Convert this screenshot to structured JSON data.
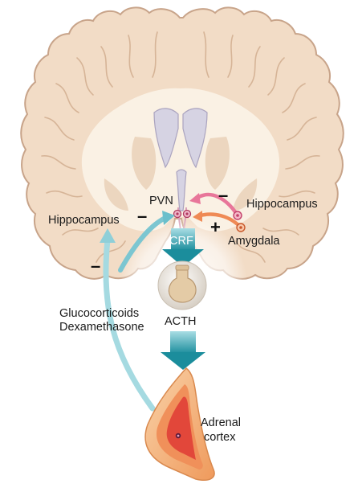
{
  "labels": {
    "pvn": "PVN",
    "hippocampus_right": "Hippocampus",
    "hippocampus_left": "Hippocampus",
    "amygdala": "Amygdala",
    "crf": "CRF",
    "acth": "ACTH",
    "glucocorticoids": "Glucocorticoids",
    "dexamethasone": "Dexamethasone",
    "adrenal_1": "Adrenal",
    "adrenal_2": "cortex"
  },
  "signs": {
    "hippocampus_right": "–",
    "amygdala": "+",
    "hippocampus_left": "–",
    "feedback": "–"
  },
  "colors": {
    "brain_tissue": "#f2dcc6",
    "brain_outline": "#c8a48a",
    "white_matter": "#faf1e4",
    "ventricle": "#d6d3e3",
    "hippocampus_pathway": "#e8769a",
    "amygdala_pathway": "#ef8a55",
    "feedback_pathway": "#8fcfd8",
    "flow_arrow": "#2e9aa8",
    "adrenal_outer": "#f4b27a",
    "adrenal_inner": "#e2473a"
  }
}
